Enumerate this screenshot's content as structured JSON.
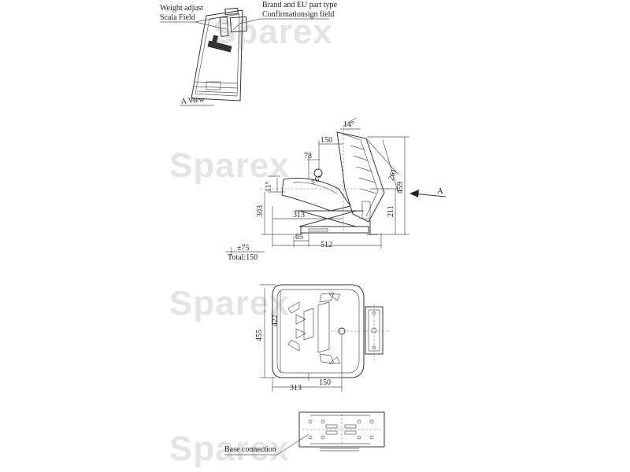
{
  "watermark": {
    "text": "Sparex"
  },
  "callouts": {
    "weight_adjust": "Weight adjust",
    "scala_field": "Scala Field",
    "brand_eu": "Brand and EU part type",
    "confirmation": "Confirmationsign field",
    "view_a": "A View",
    "base_connection": "Base connection"
  },
  "side_view": {
    "angle_top": "14°",
    "dim_150": "150",
    "dim_78": "78",
    "angle_left": "11°",
    "angle_travel": "±6°",
    "dim_261": "261",
    "dim_459": "459",
    "dim_211": "211",
    "dim_303": "303",
    "dim_313": "313",
    "dim_65": "65",
    "dim_512": "512",
    "travel_pm75": "±75",
    "total_travel": "Total:150",
    "arrow_a": "A"
  },
  "plan_view": {
    "dim_422": "422",
    "dim_455": "455",
    "dim_313": "313",
    "dim_150": "150"
  }
}
